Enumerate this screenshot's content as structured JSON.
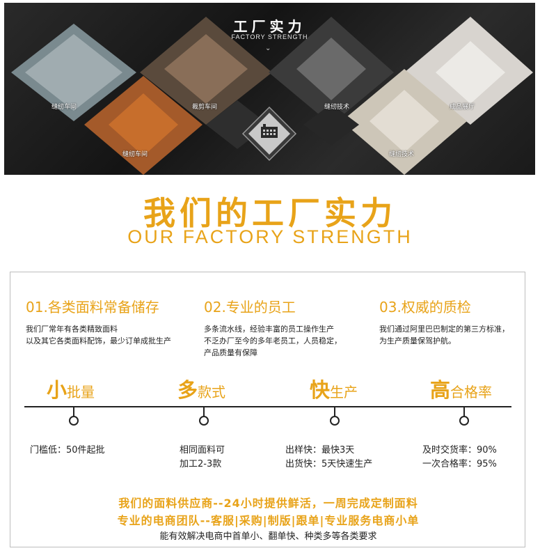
{
  "banner": {
    "title": "工厂实力",
    "subtitle": "FACTORY STRENGTH",
    "photos": [
      {
        "label": "缝纫车间"
      },
      {
        "label": "裁剪车间"
      },
      {
        "label": "缝纫技术"
      },
      {
        "label": "成品展厅"
      },
      {
        "label": "缝纫车间"
      },
      {
        "label": "缝纫技术"
      }
    ],
    "badge_icon": "factory-building-icon"
  },
  "heading": {
    "title": "我们的工厂实力",
    "title_en": "OUR FACTORY STRENGTH"
  },
  "features": [
    {
      "title": "01.各类面料常备储存",
      "desc": "我们厂常年有各类精致面料\n以及其它各类面料配饰，最少订单成批生产"
    },
    {
      "title": "02.专业的员工",
      "desc": "多条流水线，经验丰富的员工操作生产\n不乏办厂至今的多年老员工，人员稳定，\n产品质量有保障"
    },
    {
      "title": "03.权威的质检",
      "desc": "我们通过阿里巴巴制定的第三方标准，\n为生产质量保驾护航。"
    }
  ],
  "points": [
    {
      "big": "小",
      "small": "批量",
      "desc": "门槛低：50件起批"
    },
    {
      "big": "多",
      "small": "款式",
      "desc": "相同面料可\n加工2-3款"
    },
    {
      "big": "快",
      "small": "生产",
      "desc": "出样快：最快3天\n出货快：5天快速生产"
    },
    {
      "big": "高",
      "small": "合格率",
      "desc": "及时交货率：90%\n一次合格率：95%"
    }
  ],
  "highlights": [
    "我们的面料供应商--24小时提供鲜活，一周完成定制面料",
    "专业的电商团队--客服|采购|制版|跟单|专业服务电商小单"
  ],
  "footer_note": "能有效解决电商中首单小、翻单快、种类多等各类要求",
  "colors": {
    "accent": "#e8a319",
    "banner_bg": "#1c1c1c",
    "text": "#222222"
  }
}
